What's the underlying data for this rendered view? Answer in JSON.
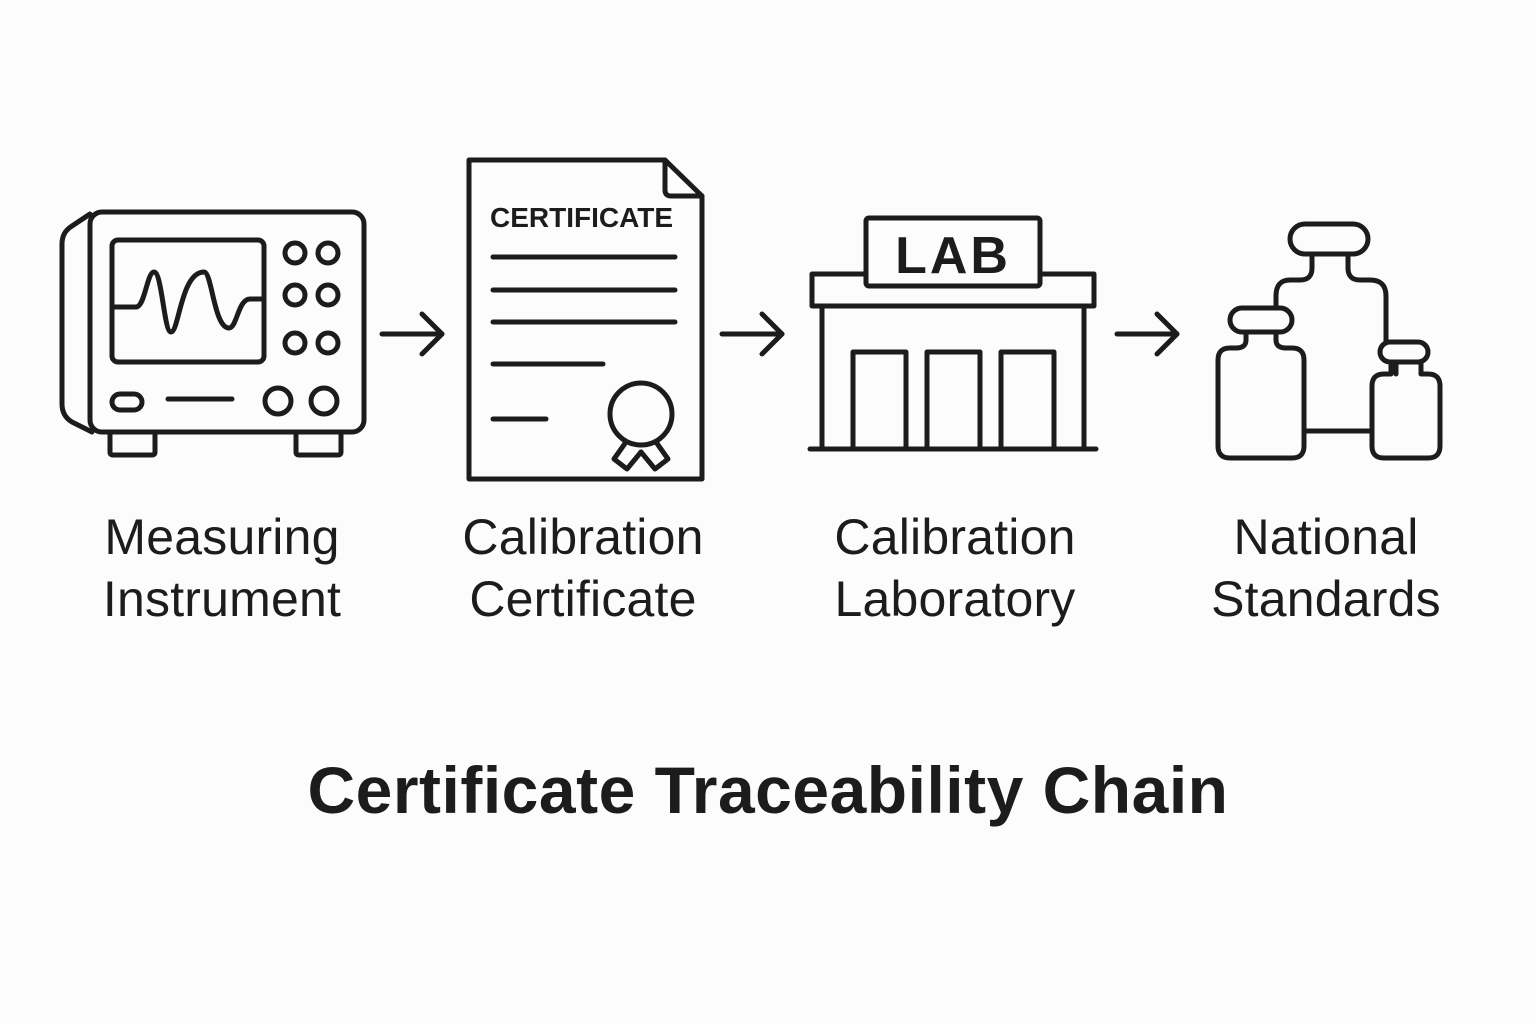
{
  "diagram": {
    "title": "Certificate Traceability Chain",
    "colors": {
      "background": "#fcfcfc",
      "ink": "#1c1c1c"
    },
    "steps": [
      {
        "icon": "oscilloscope-icon",
        "label_line1": "Measuring",
        "label_line2": "Instrument"
      },
      {
        "icon": "certificate-document-icon",
        "icon_text": "CERTIFICATE",
        "label_line1": "Calibration",
        "label_line2": "Certificate"
      },
      {
        "icon": "laboratory-building-icon",
        "icon_text": "LAB",
        "label_line1": "Calibration",
        "label_line2": "Laboratory"
      },
      {
        "icon": "reference-weights-icon",
        "label_line1": "National",
        "label_line2": "Standards"
      }
    ],
    "connectors": [
      {
        "from": 0,
        "to": 1,
        "icon": "arrow-right-icon"
      },
      {
        "from": 1,
        "to": 2,
        "icon": "arrow-right-icon"
      },
      {
        "from": 2,
        "to": 3,
        "icon": "arrow-right-icon"
      }
    ]
  }
}
